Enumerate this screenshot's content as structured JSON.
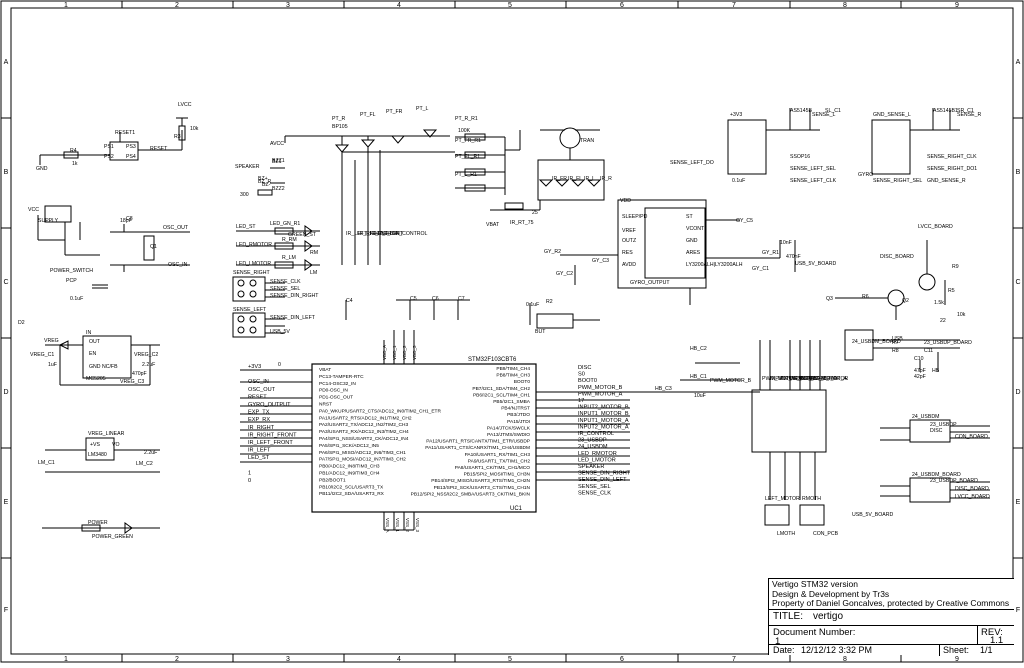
{
  "grid": {
    "columns": [
      "1",
      "2",
      "3",
      "4",
      "5",
      "6",
      "7",
      "8",
      "9"
    ],
    "rows": [
      "A",
      "B",
      "C",
      "D",
      "E",
      "F"
    ]
  },
  "title_block": {
    "lines": [
      "Vertigo STM32 version",
      "Design & Development by Tr3s",
      "Property of Daniel Goncalves, protected by Creative Commons"
    ],
    "title_label": "TITLE:",
    "title_value": "vertigo",
    "docnum_label": "Document Number:",
    "docnum_value": "1",
    "rev_label": "REV:",
    "rev_value": "1.1",
    "date_label": "Date:",
    "date_value": "12/12/12 3:32 PM",
    "sheet_label": "Sheet:",
    "sheet_value": "1/1"
  },
  "mcu": {
    "name": "STM32F103CBT6",
    "ref": "UC1",
    "left_pins": [
      "VBAT",
      "PC13-TAMPER-RTC",
      "PC14-OSC32_IN",
      "PD0-OSC_IN",
      "PD1-OSC_OUT",
      "NRST",
      "PA0_WKUP/USART2_CTS/ADC12_IN0/TIM2_CH1_ETR",
      "PA1/USART2_RTS/ADC12_IN1/TIM2_CH2",
      "PA2/USART2_TX/ADC12_IN2/TIM2_CH3",
      "PA3/USART2_RX/ADC12_IN3/TIM2_CH4",
      "PA4/SPI1_NSS/USART2_CK/ADC12_IN4",
      "PA5/SPI1_SCK/ADC12_IN5",
      "PA6/SPI1_MISO/ADC12_IN6/TIM3_CH1",
      "PA7/SPI1_MOSI/ADC12_IN7/TIM3_CH2",
      "PB0/ADC12_IN8/TIM3_CH3",
      "PB1/ADC12_IN9/TIM3_CH4",
      "PB2/BOOT1",
      "PB10/I2C2_SCL/USART3_TX",
      "PB11/I2C2_SDA/USART3_RX"
    ],
    "right_pins": [
      "PB9/TIM4_CH4",
      "PB8/TIM4_CH3",
      "BOOT0",
      "PB7/I2C1_SDA/TIM4_CH2",
      "PB6/I2C1_SCL/TIM4_CH1",
      "PB5/I2C1_SMBA",
      "PB4/NJTRST",
      "PB3/JTDO",
      "PA15/JTDI",
      "PA14/JTCK/SWCLK",
      "PA13/JTMS/SWDIO",
      "PA12/USART1_RTS/CANTX/TIM1_ETR/USBDP",
      "PA11/USART1_CTS/CANRX/TIM1_CH4/USBDM",
      "PA10/USART1_RX/TIM1_CH3",
      "PA9/USART1_TX/TIM1_CH2",
      "PA8/USART1_CK/TIM1_CH1/MCO",
      "PB15/SPI2_MOSI/TIM1_CH3N",
      "PB14/SPI2_MISO/USART3_RTS/TIM1_CH2N",
      "PB13/SPI2_SCK/USART3_CTS/TIM1_CH1N",
      "PB12/SPI2_NSS/I2C2_SMBA/USART3_CK/TIM1_BKIN"
    ],
    "top_pins": [
      "VDD_A",
      "VDD_1",
      "VDD_2",
      "VDD_3"
    ],
    "bottom_pins": [
      "VSS_A",
      "VSS_1",
      "VSS_2",
      "VSS_3"
    ],
    "left_nets": [
      "+3V3",
      "",
      "OSC_IN",
      "OSC_OUT",
      "RESET",
      "GYRO_OUTPUT",
      "EXP_TX",
      "EXP_RX",
      "IR_RIGHT",
      "IR_RIGHT_FRONT",
      "IR_LEFT_FRONT",
      "IR_LEFT",
      "LED_ST",
      "",
      "1",
      "0"
    ],
    "right_nets": [
      "DISC",
      "S0",
      "BOOT0",
      "PWM_MOTOR_B",
      "PWM_MOTOR_A",
      "17",
      "INPUT2_MOTOR_B",
      "INPUT1_MOTOR_B",
      "INPUT1_MOTOR_A",
      "INPUT2_MOTOR_A",
      "IR_CONTROL",
      "23_USBDP",
      "24_USBDM",
      "LED_RMOTOR",
      "LED_LMOTOR",
      "SPEAKER",
      "SENSE_DIN_RIGHT",
      "SENSE_DIN_LEFT",
      "SENSE_SEL",
      "SENSE_CLK"
    ]
  },
  "labels": [
    "R4",
    "1k",
    "GND",
    "PS1",
    "PS2",
    "PS3",
    "PS4",
    "RESET1",
    "RESET",
    "R3",
    "10k",
    "LVCC",
    "AVCC",
    "PT_R",
    "BP105",
    "PT_FL",
    "PT_FR",
    "PT_L",
    "PT_R_R1",
    "PT_FR_R1",
    "PT_FL_R1",
    "PT_L_R1",
    "100K",
    "TRAN",
    "SPEAKER",
    "BZ1",
    "BZ+",
    "BZ-",
    "BZ_R",
    "BZZ1",
    "300",
    "BZZ2",
    "VBAT",
    "IR_RT_75",
    "IR_FR",
    "IR_FL",
    "IR_L",
    "IR_R",
    "25",
    "IR_LEFT_FRONT",
    "IR_RIGHT_FRONT",
    "IR_RIGHT",
    "IR_LEFT",
    "IR_CONTROL",
    "VCC",
    "SUPPLY",
    "POWER_SWITCH",
    "PCP",
    "0.1uF",
    "C8",
    "18pF",
    "OSC_OUT",
    "Q1",
    "OSC_IN",
    "LED_ST",
    "LED_GN_R1",
    "GREEN_ST",
    "LED_RMOTOR",
    "R_RM",
    "RM",
    "LED_LMOTOR",
    "R_LM",
    "LM",
    "SENSE_RIGHT",
    "SENSE_CLK",
    "SENSE_SEL",
    "SENSE_DIN_RIGHT",
    "SENSE_LEFT",
    "SENSE_DIN_LEFT",
    "USB_5V",
    "D2",
    "VREG",
    "IN",
    "OUT",
    "EN",
    "GND NC/FB",
    "MC5205",
    "VREG_C1",
    "1uF",
    "VREG_C2",
    "2.2uF",
    "470pF",
    "VREG_C3",
    "VREG_LINEAR",
    "+VS",
    "VO",
    "LM3480",
    "LM_C1",
    "LM_C2",
    "2.2uF",
    "POWER",
    "POWER_GREEN",
    "C4",
    "C5",
    "C6",
    "C7",
    "0.1uF",
    "R2",
    "BUT",
    "0",
    "+3V3",
    "AS5145B",
    "SENSE_L",
    "SL_C1",
    "0.1uF",
    "SSOP16",
    "SENSE_LEFT_SEL",
    "SENSE_LEFT_CLK",
    "SENSE_LEFT_DO",
    "GND_SENSE_L",
    "AS5145B1",
    "SENSE_R",
    "SR_C1",
    "SENSE_RIGHT_SEL",
    "SENSE_RIGHT_CLK",
    "SENSE_RIGHT_DO1",
    "GND_SENSE_R",
    "GYRO",
    "VDD",
    "SLEEP/PD",
    "VREF",
    "OUTZ",
    "RES",
    "AVDD",
    "ST",
    "VCONT",
    "GND",
    "ARES",
    "LY3200ALH|LY3200ALH",
    "GYRO_OUTPUT",
    "GY_R2",
    "GY_C3",
    "GY_C5",
    "GY_C2",
    "GY_C1",
    "470nF",
    "10nF",
    "GY_R1",
    "USB_5V_BOARD",
    "LVCC_BOARD",
    "DISC_BOARD",
    "Q3",
    "Q2",
    "R5",
    "R6",
    "R7",
    "R8",
    "R9",
    "1.5k",
    "10k",
    "22",
    "USB",
    "24_USBDM_BOARD",
    "23_USBDP_BOARD",
    "C11",
    "C10",
    "47pF",
    "42pF",
    "HB",
    "HB_C2",
    "HB_C3",
    "HB_C1",
    "10uF",
    "PWM_MOTOR_B",
    "PWM_MOTOR_A",
    "INPUT1_MOTOR_B",
    "INPUT2_MOTOR_B",
    "INPUT1_MOTOR_A",
    "INPUT2_MOTOR_A",
    "RIGHT_MOTOR",
    "LEFT_MOTOR",
    "RMOTH",
    "LMOTH",
    "CON_PCB",
    "24_USBDM",
    "23_USBDP",
    "DISC",
    "CON_BOARD",
    "24_USBDM_BOARD",
    "23_USBDP_BOARD",
    "DISC_BOARD",
    "LVCC_BOARD",
    "USB_5V_BOARD"
  ]
}
